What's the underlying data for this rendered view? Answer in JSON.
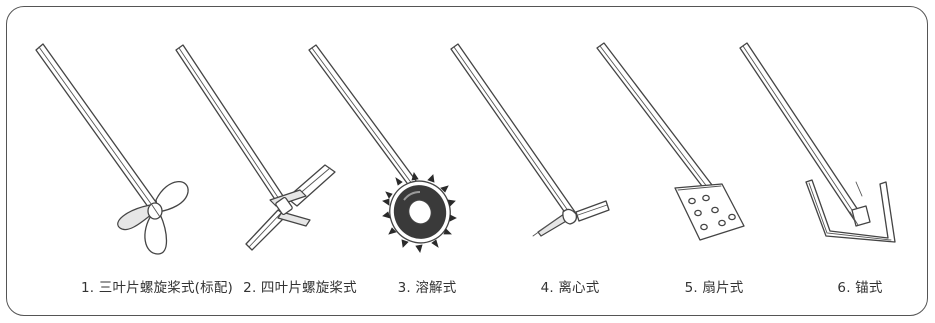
{
  "figure": {
    "captions": [
      "1. 三叶片螺旋桨式(标配)",
      "2. 四叶片螺旋桨式",
      "3. 溶解式",
      "4. 离心式",
      "5. 扇片式",
      "6. 锚式"
    ]
  }
}
